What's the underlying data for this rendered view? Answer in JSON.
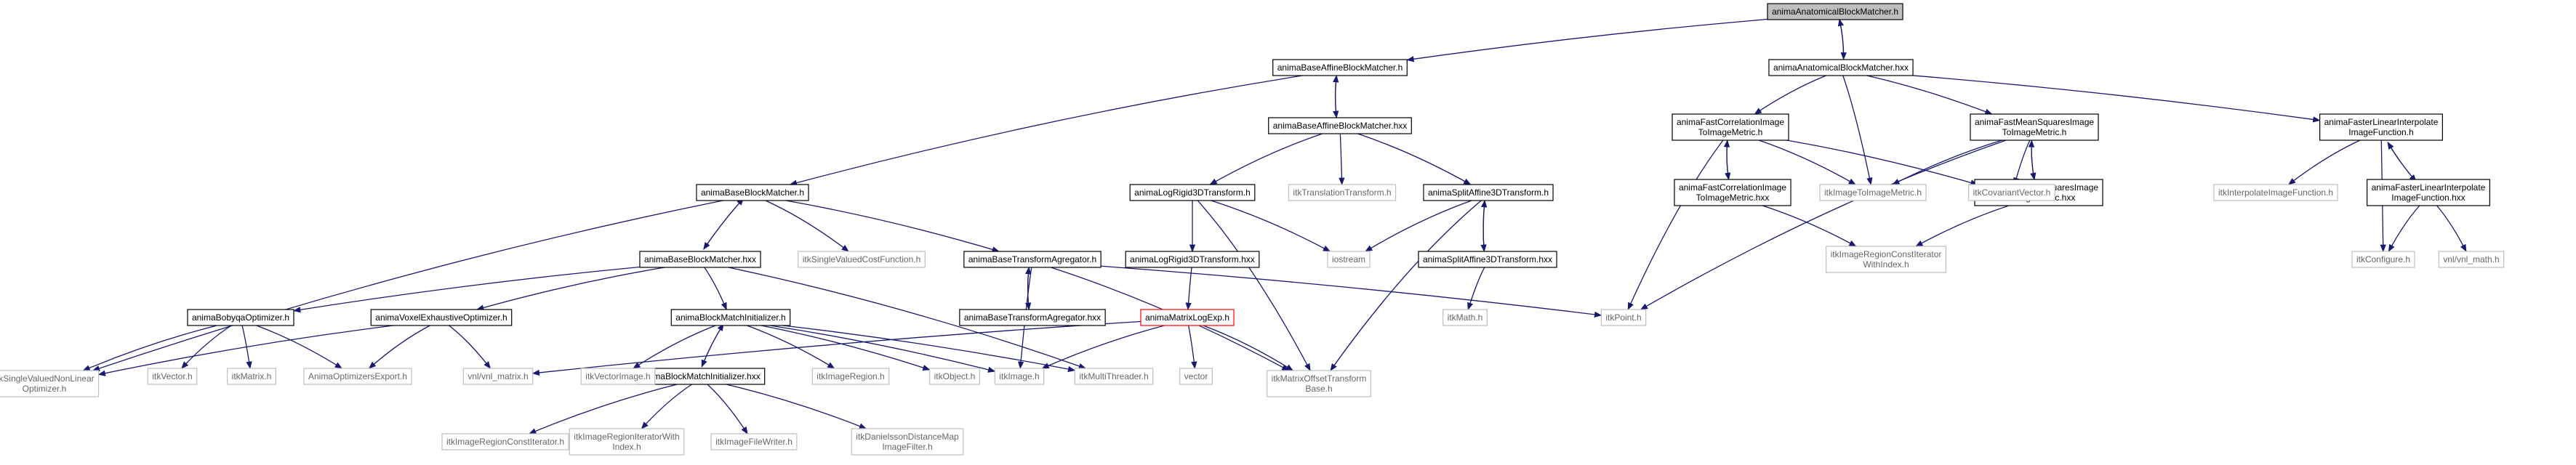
{
  "nodes": [
    {
      "id": "root",
      "lines": [
        "animaAnatomicalBlockMatcher.h"
      ],
      "style": "root"
    },
    {
      "id": "anat_hxx",
      "lines": [
        "animaAnatomicalBlockMatcher.hxx"
      ],
      "style": "local"
    },
    {
      "id": "affine_h",
      "lines": [
        "animaBaseAffineBlockMatcher.h"
      ],
      "style": "local"
    },
    {
      "id": "affine_hxx",
      "lines": [
        "animaBaseAffineBlockMatcher.hxx"
      ],
      "style": "local"
    },
    {
      "id": "base_h",
      "lines": [
        "animaBaseBlockMatcher.h"
      ],
      "style": "local"
    },
    {
      "id": "base_hxx",
      "lines": [
        "animaBaseBlockMatcher.hxx"
      ],
      "style": "local"
    },
    {
      "id": "lr3d_h",
      "lines": [
        "animaLogRigid3DTransform.h"
      ],
      "style": "local"
    },
    {
      "id": "lr3d_hxx",
      "lines": [
        "animaLogRigid3DTransform.hxx"
      ],
      "style": "local"
    },
    {
      "id": "split_h",
      "lines": [
        "animaSplitAffine3DTransform.h"
      ],
      "style": "local"
    },
    {
      "id": "split_hxx",
      "lines": [
        "animaSplitAffine3DTransform.hxx"
      ],
      "style": "local"
    },
    {
      "id": "itk_translation",
      "lines": [
        "itkTranslationTransform.h"
      ],
      "style": "system"
    },
    {
      "id": "btagg_h",
      "lines": [
        "animaBaseTransformAgregator.h"
      ],
      "style": "local"
    },
    {
      "id": "btagg_hxx",
      "lines": [
        "animaBaseTransformAgregator.hxx"
      ],
      "style": "local"
    },
    {
      "id": "svcf",
      "lines": [
        "itkSingleValuedCostFunction.h"
      ],
      "style": "system"
    },
    {
      "id": "bobyqa",
      "lines": [
        "animaBobyqaOptimizer.h"
      ],
      "style": "local"
    },
    {
      "id": "voxel",
      "lines": [
        "animaVoxelExhaustiveOptimizer.h"
      ],
      "style": "local"
    },
    {
      "id": "bmi_h",
      "lines": [
        "animaBlockMatchInitializer.h"
      ],
      "style": "local"
    },
    {
      "id": "bmi_hxx",
      "lines": [
        "animaBlockMatchInitializer.hxx"
      ],
      "style": "local"
    },
    {
      "id": "matrixlogexp",
      "lines": [
        "animaMatrixLogExp.h"
      ],
      "style": "red"
    },
    {
      "id": "iostream",
      "lines": [
        "iostream"
      ],
      "style": "system"
    },
    {
      "id": "itkmath",
      "lines": [
        "itkMath.h"
      ],
      "style": "system"
    },
    {
      "id": "svnlo",
      "lines": [
        "itkSingleValuedNonLinear",
        "Optimizer.h"
      ],
      "style": "system"
    },
    {
      "id": "itkvector",
      "lines": [
        "itkVector.h"
      ],
      "style": "system"
    },
    {
      "id": "itkmatrix",
      "lines": [
        "itkMatrix.h"
      ],
      "style": "system"
    },
    {
      "id": "optexport",
      "lines": [
        "AnimaOptimizersExport.h"
      ],
      "style": "system"
    },
    {
      "id": "vnlmatrix",
      "lines": [
        "vnl/vnl_matrix.h"
      ],
      "style": "system"
    },
    {
      "id": "vectorimage",
      "lines": [
        "itkVectorImage.h"
      ],
      "style": "system"
    },
    {
      "id": "imageregion",
      "lines": [
        "itkImageRegion.h"
      ],
      "style": "system"
    },
    {
      "id": "itkobject",
      "lines": [
        "itkObject.h"
      ],
      "style": "system"
    },
    {
      "id": "itkimage",
      "lines": [
        "itkImage.h"
      ],
      "style": "system"
    },
    {
      "id": "multithreader",
      "lines": [
        "itkMultiThreader.h"
      ],
      "style": "system"
    },
    {
      "id": "vector",
      "lines": [
        "vector"
      ],
      "style": "system"
    },
    {
      "id": "mot_base",
      "lines": [
        "itkMatrixOffsetTransform",
        "Base.h"
      ],
      "style": "system"
    },
    {
      "id": "rci",
      "lines": [
        "itkImageRegionConstIterator.h"
      ],
      "style": "system"
    },
    {
      "id": "riwi",
      "lines": [
        "itkImageRegionIteratorWith",
        "Index.h"
      ],
      "style": "system"
    },
    {
      "id": "filewriter",
      "lines": [
        "itkImageFileWriter.h"
      ],
      "style": "system"
    },
    {
      "id": "danielsson",
      "lines": [
        "itkDanielssonDistanceMap",
        "ImageFilter.h"
      ],
      "style": "system"
    },
    {
      "id": "itkpoint",
      "lines": [
        "itkPoint.h"
      ],
      "style": "system"
    },
    {
      "id": "fci_h",
      "lines": [
        "animaFastCorrelationImage",
        "ToImageMetric.h"
      ],
      "style": "local"
    },
    {
      "id": "fci_hxx",
      "lines": [
        "animaFastCorrelationImage",
        "ToImageMetric.hxx"
      ],
      "style": "local"
    },
    {
      "id": "fmsi_h",
      "lines": [
        "animaFastMeanSquaresImage",
        "ToImageMetric.h"
      ],
      "style": "local"
    },
    {
      "id": "fmsi_hxx",
      "lines": [
        "animaFastMeanSquaresImage",
        "ToImageMetric.hxx"
      ],
      "style": "local"
    },
    {
      "id": "itm",
      "lines": [
        "itkImageToImageMetric.h"
      ],
      "style": "system"
    },
    {
      "id": "covvec",
      "lines": [
        "itkCovariantVector.h"
      ],
      "style": "system"
    },
    {
      "id": "rciwi",
      "lines": [
        "itkImageRegionConstIterator",
        "WithIndex.h"
      ],
      "style": "system"
    },
    {
      "id": "flif_h",
      "lines": [
        "animaFasterLinearInterpolate",
        "ImageFunction.h"
      ],
      "style": "local"
    },
    {
      "id": "flif_hxx",
      "lines": [
        "animaFasterLinearInterpolate",
        "ImageFunction.hxx"
      ],
      "style": "local"
    },
    {
      "id": "interpfn",
      "lines": [
        "itkInterpolateImageFunction.h"
      ],
      "style": "system"
    },
    {
      "id": "itkconfigure",
      "lines": [
        "itkConfigure.h"
      ],
      "style": "system"
    },
    {
      "id": "vnlmath",
      "lines": [
        "vnl/vnl_math.h"
      ],
      "style": "system"
    }
  ],
  "edges": [
    [
      "root",
      "anat_hxx"
    ],
    [
      "anat_hxx",
      "root"
    ],
    [
      "root",
      "affine_h"
    ],
    [
      "anat_hxx",
      "fci_h"
    ],
    [
      "anat_hxx",
      "itm"
    ],
    [
      "anat_hxx",
      "fmsi_h"
    ],
    [
      "anat_hxx",
      "flif_h"
    ],
    [
      "affine_h",
      "affine_hxx"
    ],
    [
      "affine_hxx",
      "affine_h"
    ],
    [
      "affine_h",
      "base_h"
    ],
    [
      "affine_hxx",
      "lr3d_h"
    ],
    [
      "affine_hxx",
      "itk_translation"
    ],
    [
      "affine_hxx",
      "split_h"
    ],
    [
      "base_h",
      "base_hxx"
    ],
    [
      "base_hxx",
      "base_h"
    ],
    [
      "base_h",
      "svcf"
    ],
    [
      "base_h",
      "btagg_h"
    ],
    [
      "base_h",
      "svnlo"
    ],
    [
      "base_hxx",
      "bobyqa"
    ],
    [
      "base_hxx",
      "voxel"
    ],
    [
      "base_hxx",
      "bmi_h"
    ],
    [
      "base_hxx",
      "multithreader"
    ],
    [
      "btagg_h",
      "btagg_hxx"
    ],
    [
      "btagg_hxx",
      "btagg_h"
    ],
    [
      "btagg_h",
      "itkimage"
    ],
    [
      "btagg_h",
      "mot_base"
    ],
    [
      "btagg_h",
      "itkpoint"
    ],
    [
      "lr3d_h",
      "lr3d_hxx"
    ],
    [
      "lr3d_h",
      "iostream"
    ],
    [
      "lr3d_h",
      "mot_base"
    ],
    [
      "lr3d_hxx",
      "matrixlogexp"
    ],
    [
      "split_h",
      "split_hxx"
    ],
    [
      "split_hxx",
      "split_h"
    ],
    [
      "split_h",
      "iostream"
    ],
    [
      "split_h",
      "mot_base"
    ],
    [
      "split_hxx",
      "itkmath"
    ],
    [
      "bobyqa",
      "svnlo"
    ],
    [
      "bobyqa",
      "itkvector"
    ],
    [
      "bobyqa",
      "itkmatrix"
    ],
    [
      "bobyqa",
      "optexport"
    ],
    [
      "voxel",
      "svnlo"
    ],
    [
      "voxel",
      "optexport"
    ],
    [
      "voxel",
      "vnlmatrix"
    ],
    [
      "bmi_h",
      "bmi_hxx"
    ],
    [
      "bmi_hxx",
      "bmi_h"
    ],
    [
      "bmi_h",
      "vectorimage"
    ],
    [
      "bmi_h",
      "imageregion"
    ],
    [
      "bmi_h",
      "itkobject"
    ],
    [
      "bmi_h",
      "itkimage"
    ],
    [
      "bmi_h",
      "multithreader"
    ],
    [
      "bmi_hxx",
      "rci"
    ],
    [
      "bmi_hxx",
      "riwi"
    ],
    [
      "bmi_hxx",
      "filewriter"
    ],
    [
      "bmi_hxx",
      "danielsson"
    ],
    [
      "matrixlogexp",
      "vnlmatrix"
    ],
    [
      "matrixlogexp",
      "itkimage"
    ],
    [
      "matrixlogexp",
      "vector"
    ],
    [
      "matrixlogexp",
      "mot_base"
    ],
    [
      "fci_h",
      "fci_hxx"
    ],
    [
      "fci_hxx",
      "fci_h"
    ],
    [
      "fci_h",
      "itm"
    ],
    [
      "fci_h",
      "covvec"
    ],
    [
      "fci_h",
      "itkpoint"
    ],
    [
      "fci_hxx",
      "rciwi"
    ],
    [
      "fmsi_h",
      "fmsi_hxx"
    ],
    [
      "fmsi_hxx",
      "fmsi_h"
    ],
    [
      "fmsi_h",
      "itm"
    ],
    [
      "fmsi_h",
      "covvec"
    ],
    [
      "fmsi_h",
      "itkpoint"
    ],
    [
      "fmsi_hxx",
      "rciwi"
    ],
    [
      "flif_h",
      "flif_hxx"
    ],
    [
      "flif_hxx",
      "flif_h"
    ],
    [
      "flif_h",
      "interpfn"
    ],
    [
      "flif_h",
      "itkconfigure"
    ],
    [
      "flif_hxx",
      "itkconfigure"
    ],
    [
      "flif_hxx",
      "vnlmath"
    ]
  ],
  "colors": {
    "edge": "#191970",
    "local_border": "#000000",
    "system_border": "#bfbfbf",
    "system_text": "#666666",
    "red_border": "#ff0000",
    "root_fill": "#bfbfbf"
  }
}
